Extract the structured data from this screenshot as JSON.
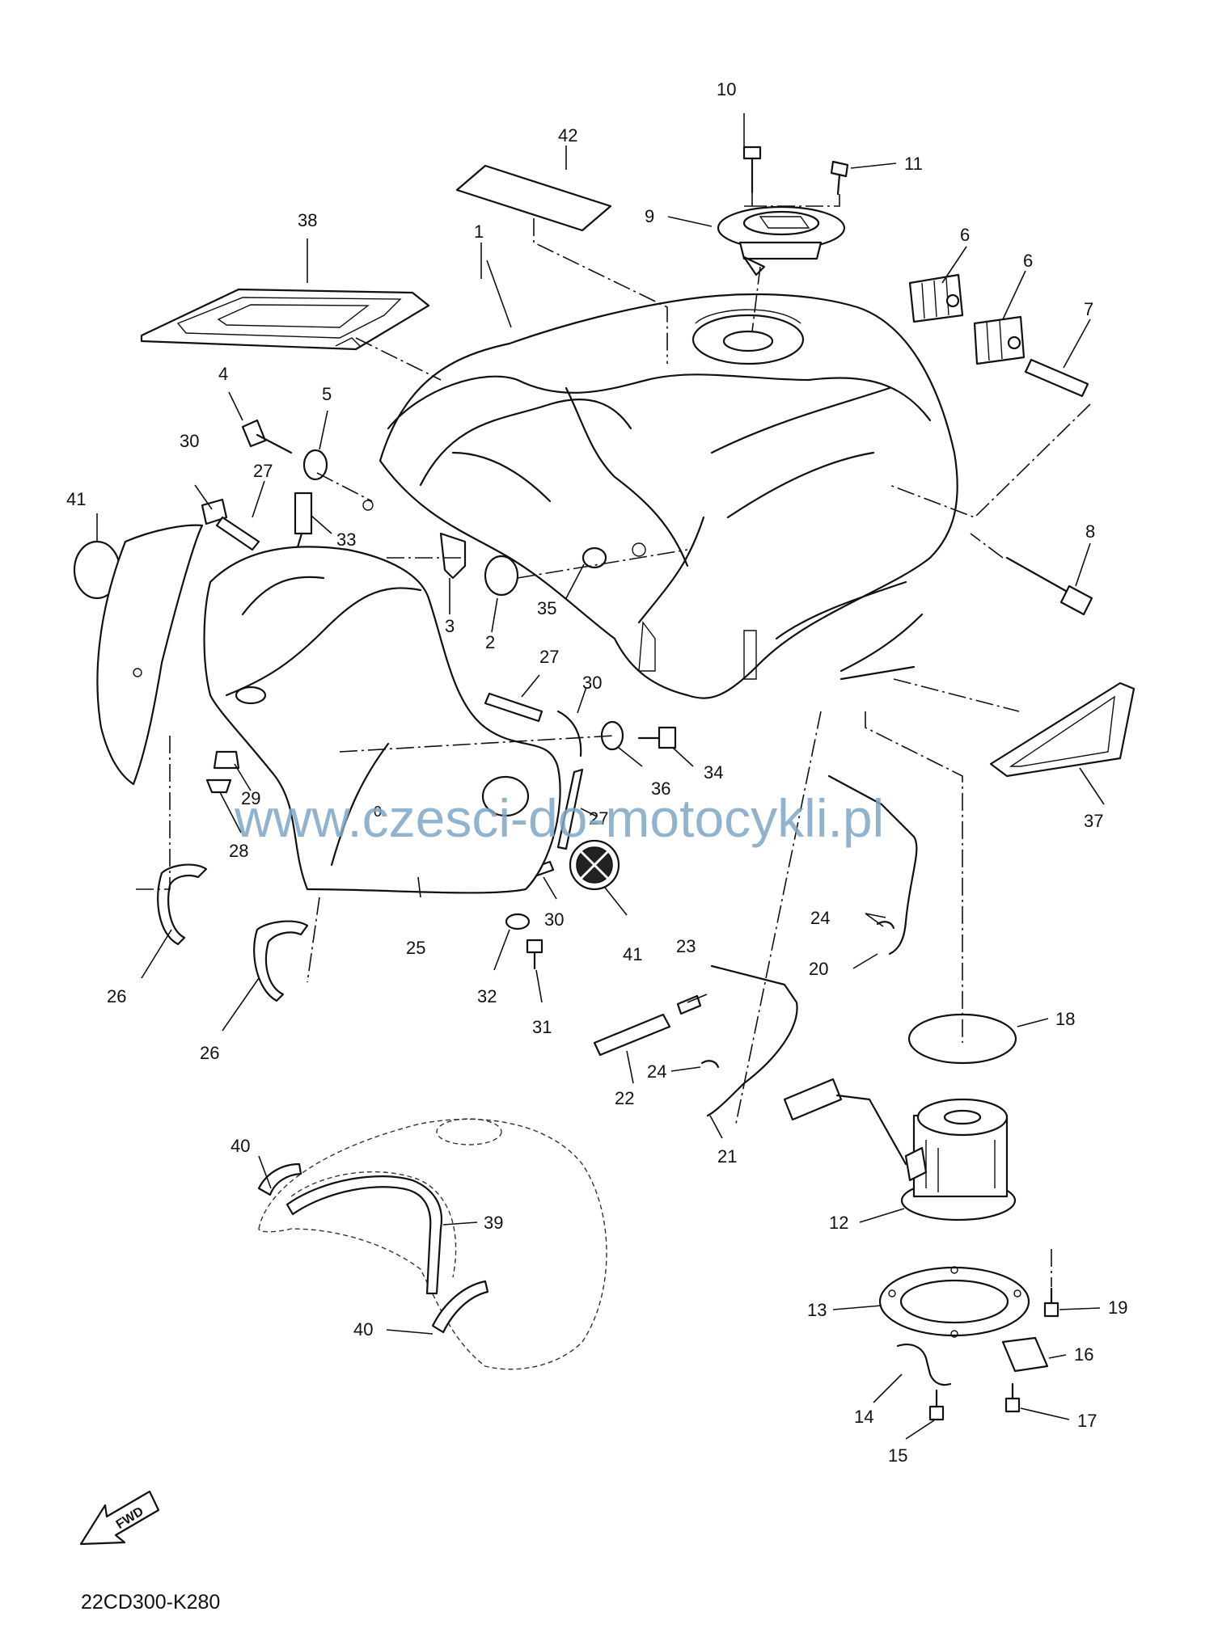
{
  "callouts": [
    "1",
    "2",
    "3",
    "4",
    "5",
    "6",
    "6",
    "7",
    "8",
    "9",
    "10",
    "11",
    "12",
    "13",
    "14",
    "15",
    "16",
    "17",
    "18",
    "19",
    "20",
    "21",
    "22",
    "23",
    "24",
    "24",
    "25",
    "26",
    "26",
    "27",
    "27",
    "27",
    "28",
    "29",
    "30",
    "30",
    "30",
    "31",
    "32",
    "33",
    "34",
    "35",
    "36",
    "37",
    "38",
    "39",
    "40",
    "40",
    "41",
    "41",
    "42"
  ],
  "watermark": "www.czesci-do-motocykli.pl",
  "direction_arrow": "FWD",
  "diagram_code": "22CD300-K280",
  "colors": {
    "ink": "#111111",
    "watermark": "#7fa6c6",
    "background": "#ffffff"
  }
}
